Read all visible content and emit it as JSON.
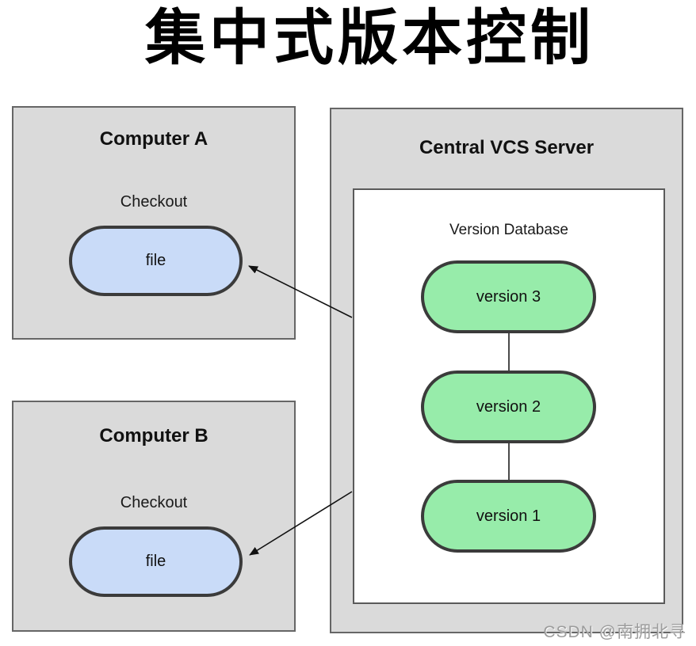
{
  "page": {
    "title": "集中式版本控制",
    "watermark": "CSDN @南拥北寻"
  },
  "computer_a": {
    "title": "Computer A",
    "action_label": "Checkout",
    "file_label": "file"
  },
  "computer_b": {
    "title": "Computer B",
    "action_label": "Checkout",
    "file_label": "file"
  },
  "server": {
    "title": "Central VCS Server",
    "database": {
      "title": "Version Database",
      "versions": [
        "version 3",
        "version 2",
        "version 1"
      ]
    }
  },
  "colors": {
    "box_fill": "#dadada",
    "box_border": "#666666",
    "db_fill": "#ffffff",
    "db_border": "#5a5a5a",
    "file_fill": "#c9dbf8",
    "version_fill": "#97ecaa",
    "pill_border": "#3b3b3b",
    "connector": "#4a4a4a",
    "arrow": "#111111",
    "watermark": "#9c9c9c"
  }
}
